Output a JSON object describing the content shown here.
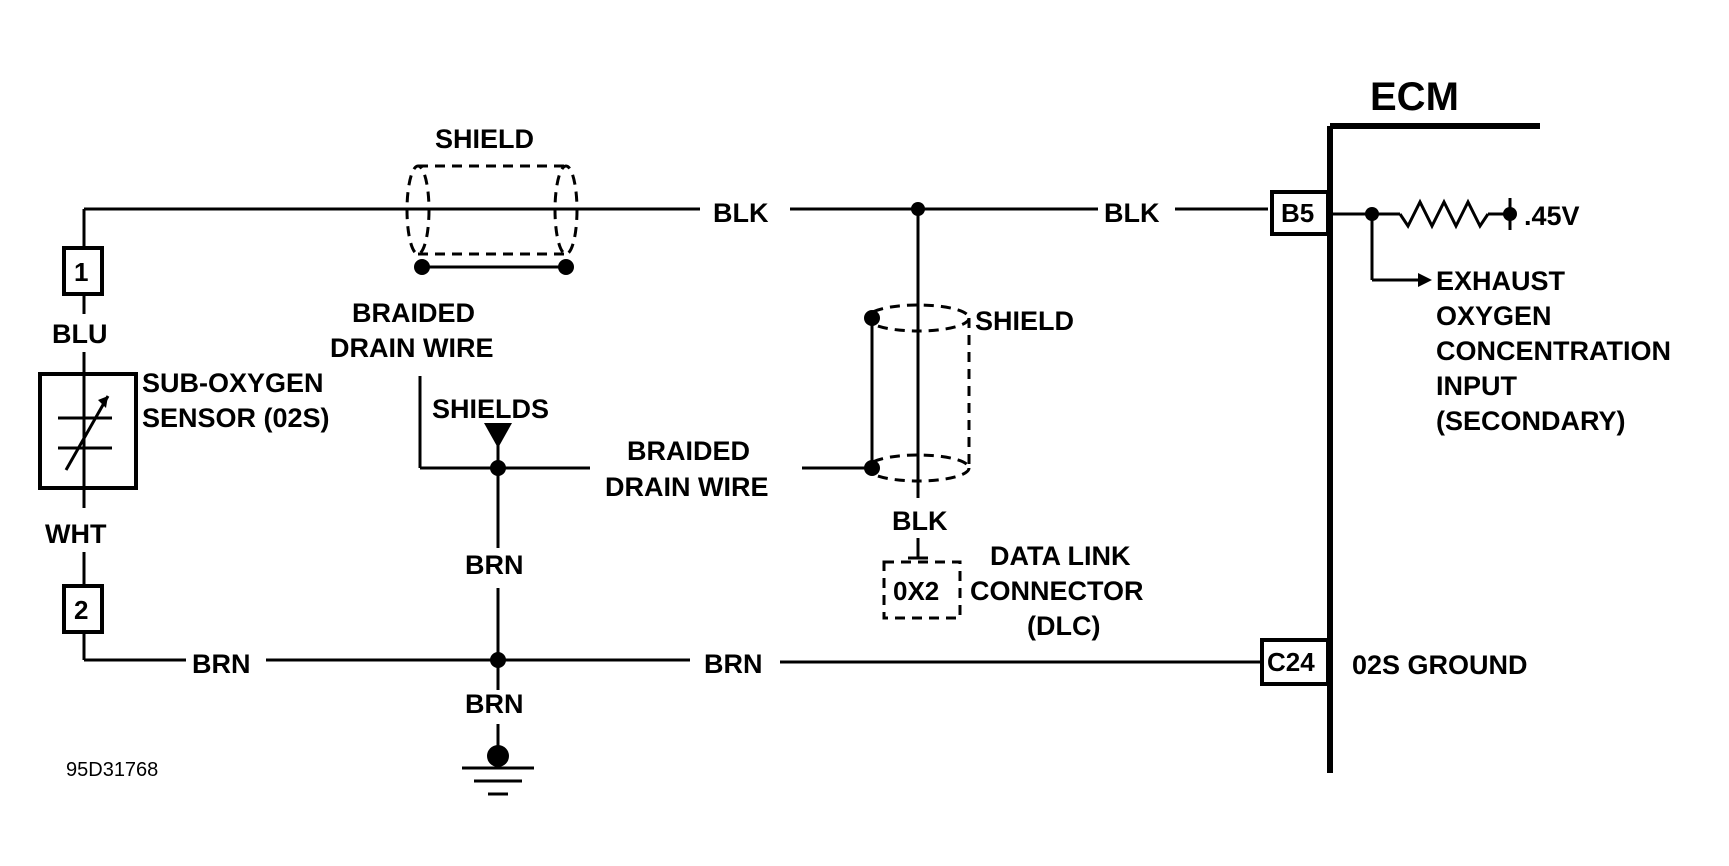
{
  "ecm": {
    "title": "ECM"
  },
  "pins": {
    "b5": "B5",
    "c24": "C24",
    "sensor_pin_1": "1",
    "sensor_pin_2": "2",
    "dlc_pin": "0X2"
  },
  "wires": {
    "blk_1": "BLK",
    "blk_2": "BLK",
    "blk_3": "BLK",
    "blu": "BLU",
    "wht": "WHT",
    "brn_1": "BRN",
    "brn_2": "BRN",
    "brn_3": "BRN",
    "brn_4": "BRN"
  },
  "labels": {
    "shield_top": "SHIELD",
    "shield_right": "SHIELD",
    "braided_1_line1": "BRAIDED",
    "braided_1_line2": "DRAIN WIRE",
    "braided_2_line1": "BRAIDED",
    "braided_2_line2": "DRAIN WIRE",
    "shields": "SHIELDS",
    "sensor_line1": "SUB-OXYGEN",
    "sensor_line2": "SENSOR (02S)",
    "dlc_line1": "DATA LINK",
    "dlc_line2": "CONNECTOR",
    "dlc_line3": "(DLC)",
    "voltage": ".45V",
    "exhaust_line1": "EXHAUST",
    "exhaust_line2": "OXYGEN",
    "exhaust_line3": "CONCENTRATION",
    "exhaust_line4": "INPUT",
    "exhaust_line5": "(SECONDARY)",
    "ground_label": "02S GROUND",
    "figure_id": "95D31768"
  }
}
